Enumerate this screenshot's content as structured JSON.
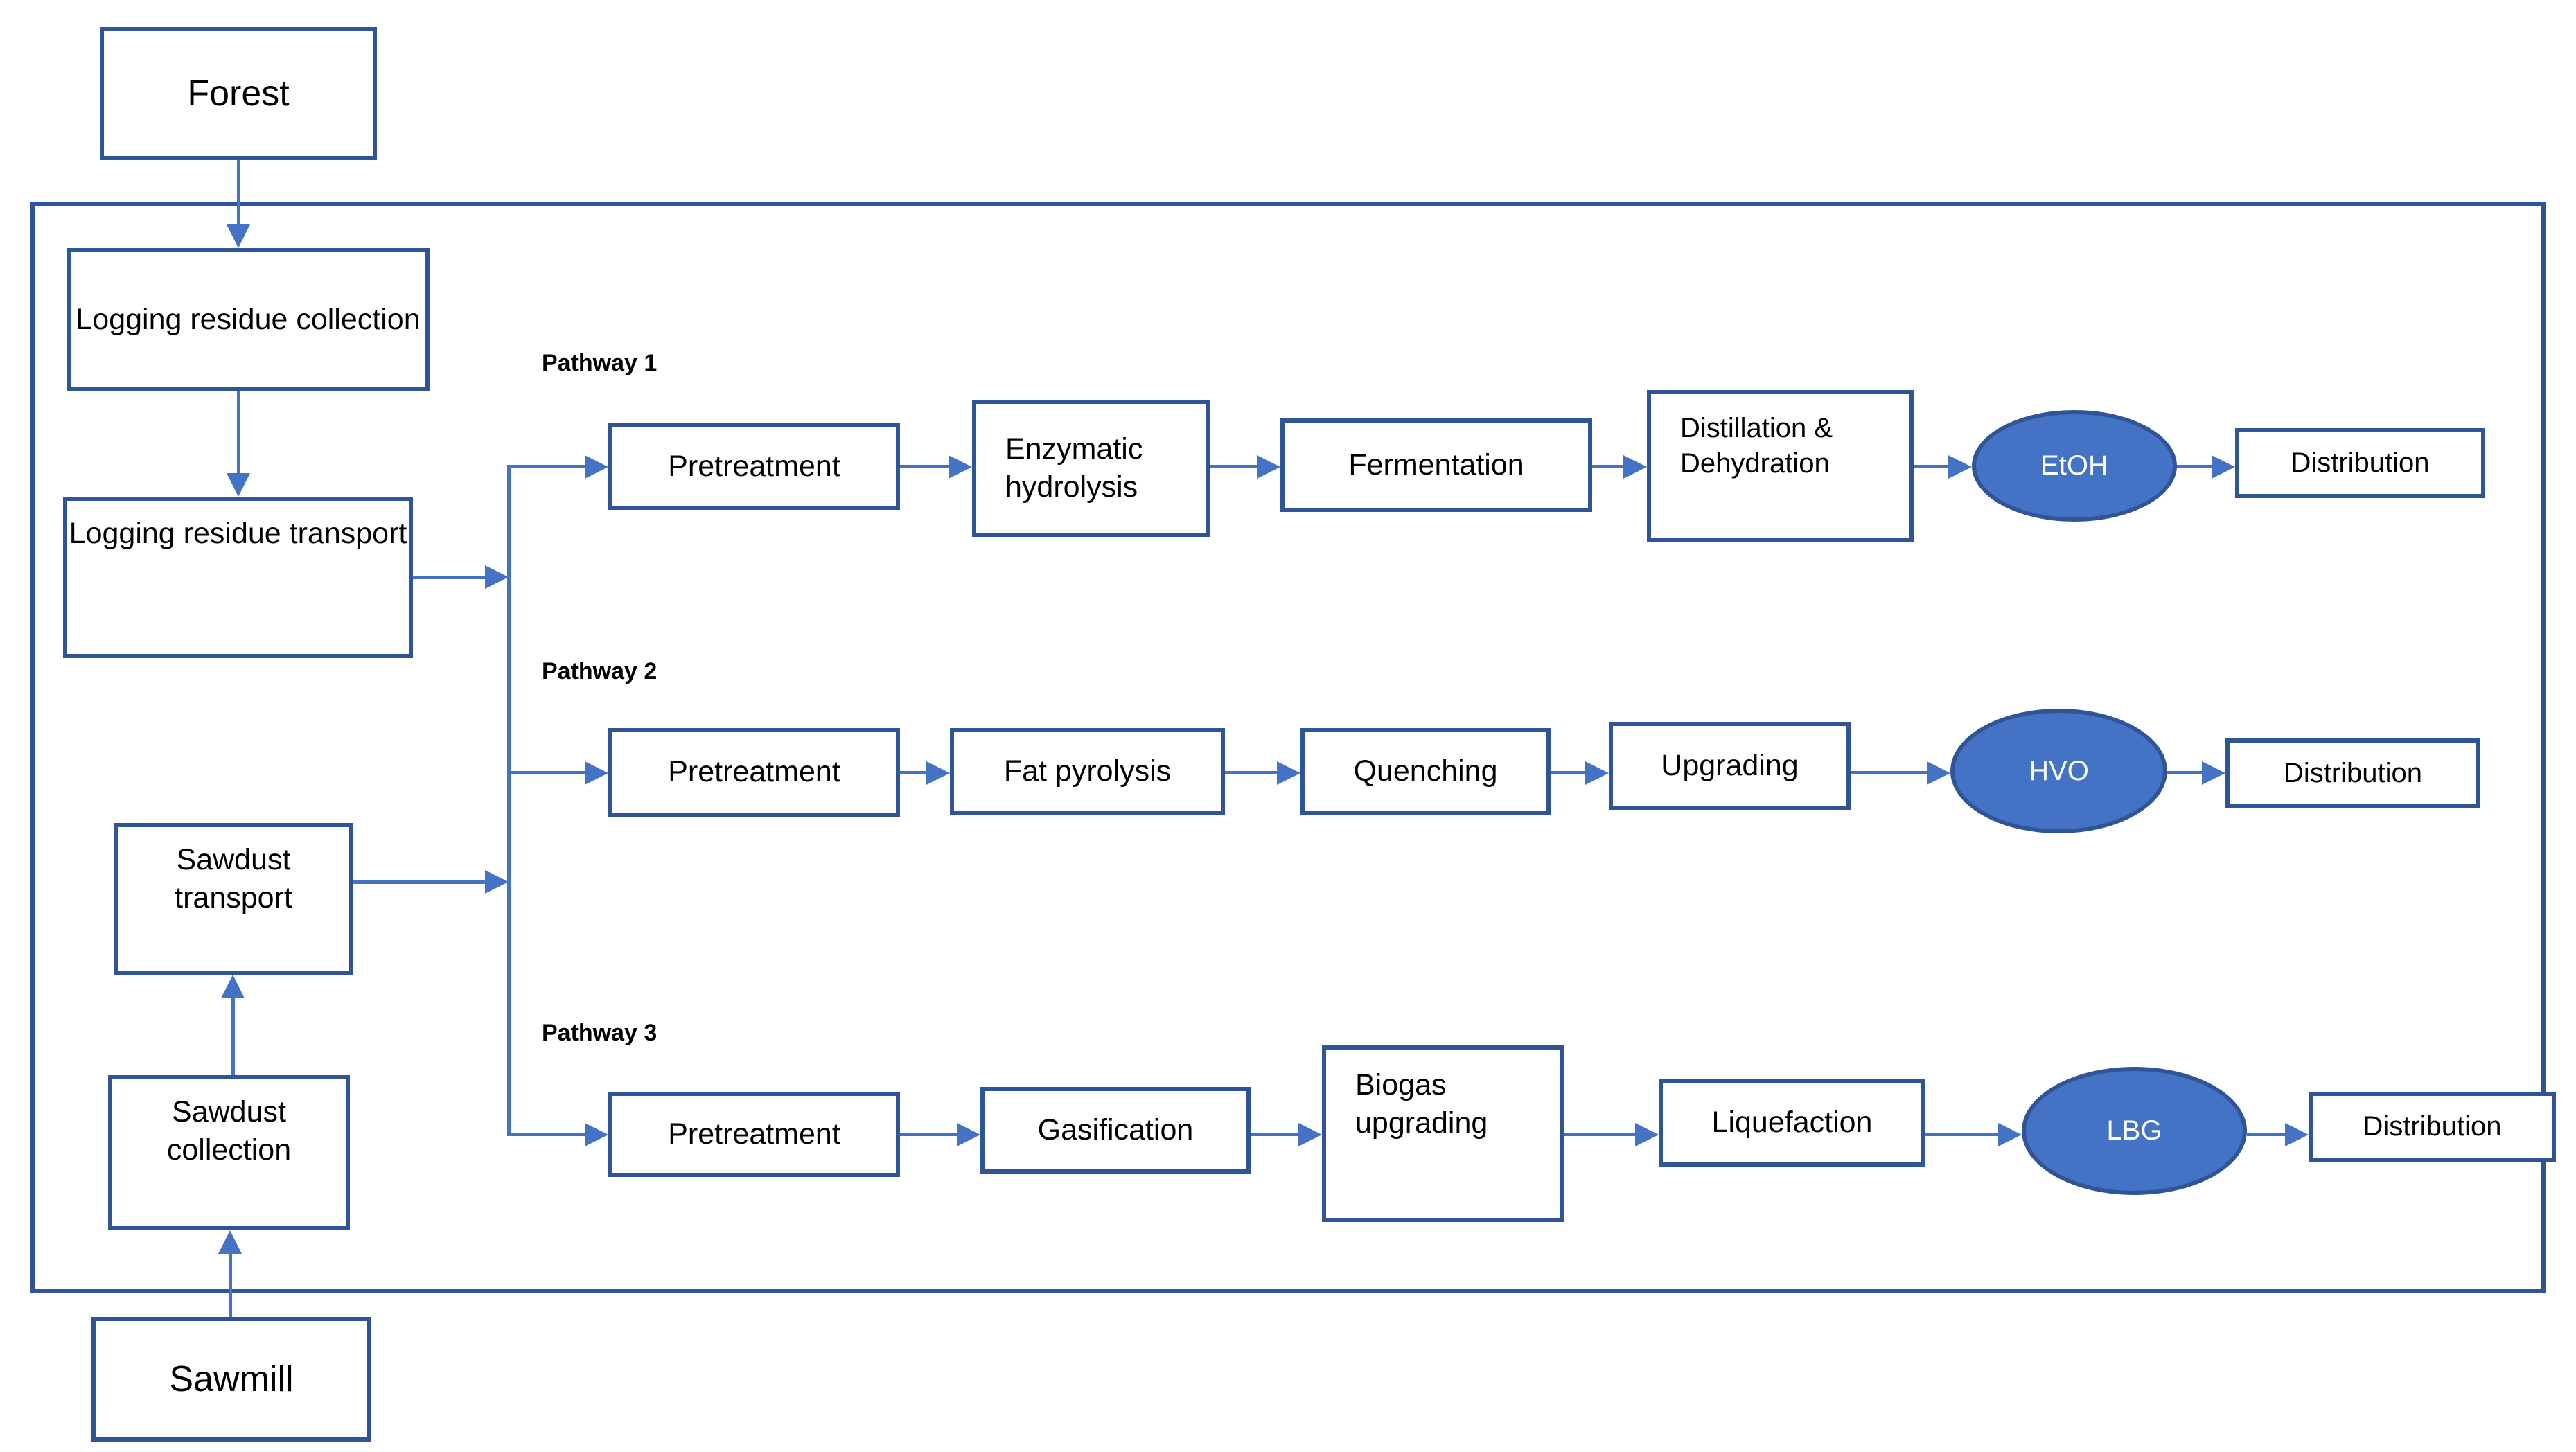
{
  "colors": {
    "box_border": "#2F5597",
    "boundary_border": "#2F5597",
    "arrow": "#4472C4",
    "product_fill": "#4472C4",
    "product_text": "#FFFFFF",
    "text": "#000000"
  },
  "sources": {
    "forest": "Forest",
    "sawmill": "Sawmill"
  },
  "chain": {
    "logging_residue_collection": "Logging residue collection",
    "logging_residue_transport": "Logging residue transport",
    "sawdust_transport": "Sawdust transport",
    "sawdust_collection": "Sawdust collection"
  },
  "pathways": [
    {
      "label": "Pathway 1",
      "steps": [
        "Pretreatment",
        "Enzymatic hydrolysis",
        "Fermentation",
        "Distillation & Dehydration"
      ],
      "product": "EtOH",
      "distribution": "Distribution"
    },
    {
      "label": "Pathway 2",
      "steps": [
        "Pretreatment",
        "Fat pyrolysis",
        "Quenching",
        "Upgrading"
      ],
      "product": "HVO",
      "distribution": "Distribution"
    },
    {
      "label": "Pathway 3",
      "steps": [
        "Pretreatment",
        "Gasification",
        "Biogas upgrading",
        "Liquefaction"
      ],
      "product": "LBG",
      "distribution": "Distribution"
    }
  ]
}
